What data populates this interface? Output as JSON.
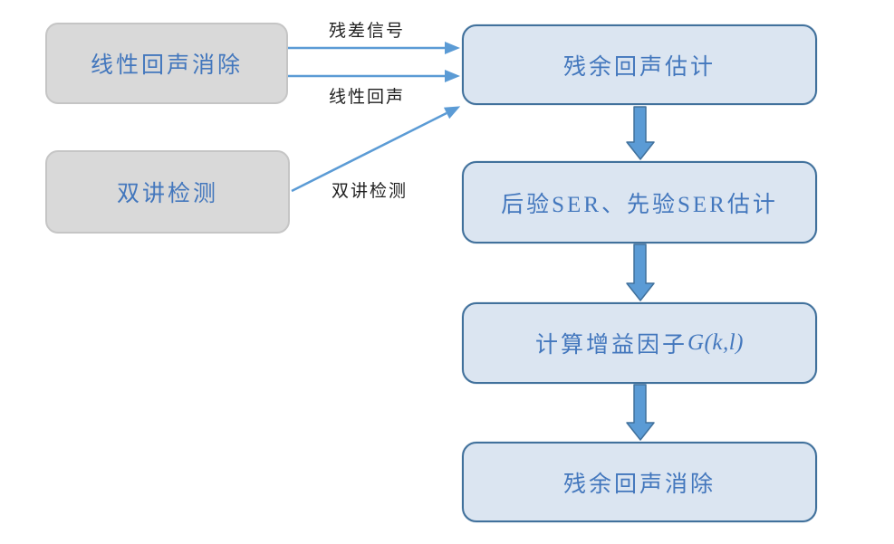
{
  "figure": {
    "source_nodes": [
      {
        "id": "linear-aec",
        "label": "线性回声消除"
      },
      {
        "id": "double-talk-detection",
        "label": "双讲检测"
      }
    ],
    "flow_nodes": [
      {
        "id": "residual-echo-estimation",
        "label": "残余回声估计"
      },
      {
        "id": "ser-estimation",
        "label": "后验SER、先验SER估计"
      },
      {
        "id": "gain-factor",
        "label": "计算增益因子",
        "math": "G(k,l)"
      },
      {
        "id": "residual-echo-suppression",
        "label": "残余回声消除"
      }
    ],
    "edge_labels": [
      {
        "id": "residual-signal",
        "text": "残差信号"
      },
      {
        "id": "linear-echo",
        "text": "线性回声"
      },
      {
        "id": "double-talk",
        "text": "双讲检测"
      }
    ],
    "colors": {
      "flow_box_fill": "#dbe5f1",
      "flow_box_border": "#41719c",
      "source_box_fill": "#d9d9d9",
      "source_box_border": "#c5c5c5",
      "box_text": "#4377bd",
      "arrow": "#5b9bd5",
      "arrow_border": "#41719c",
      "edge_label_text": "#1f1f1f"
    }
  }
}
